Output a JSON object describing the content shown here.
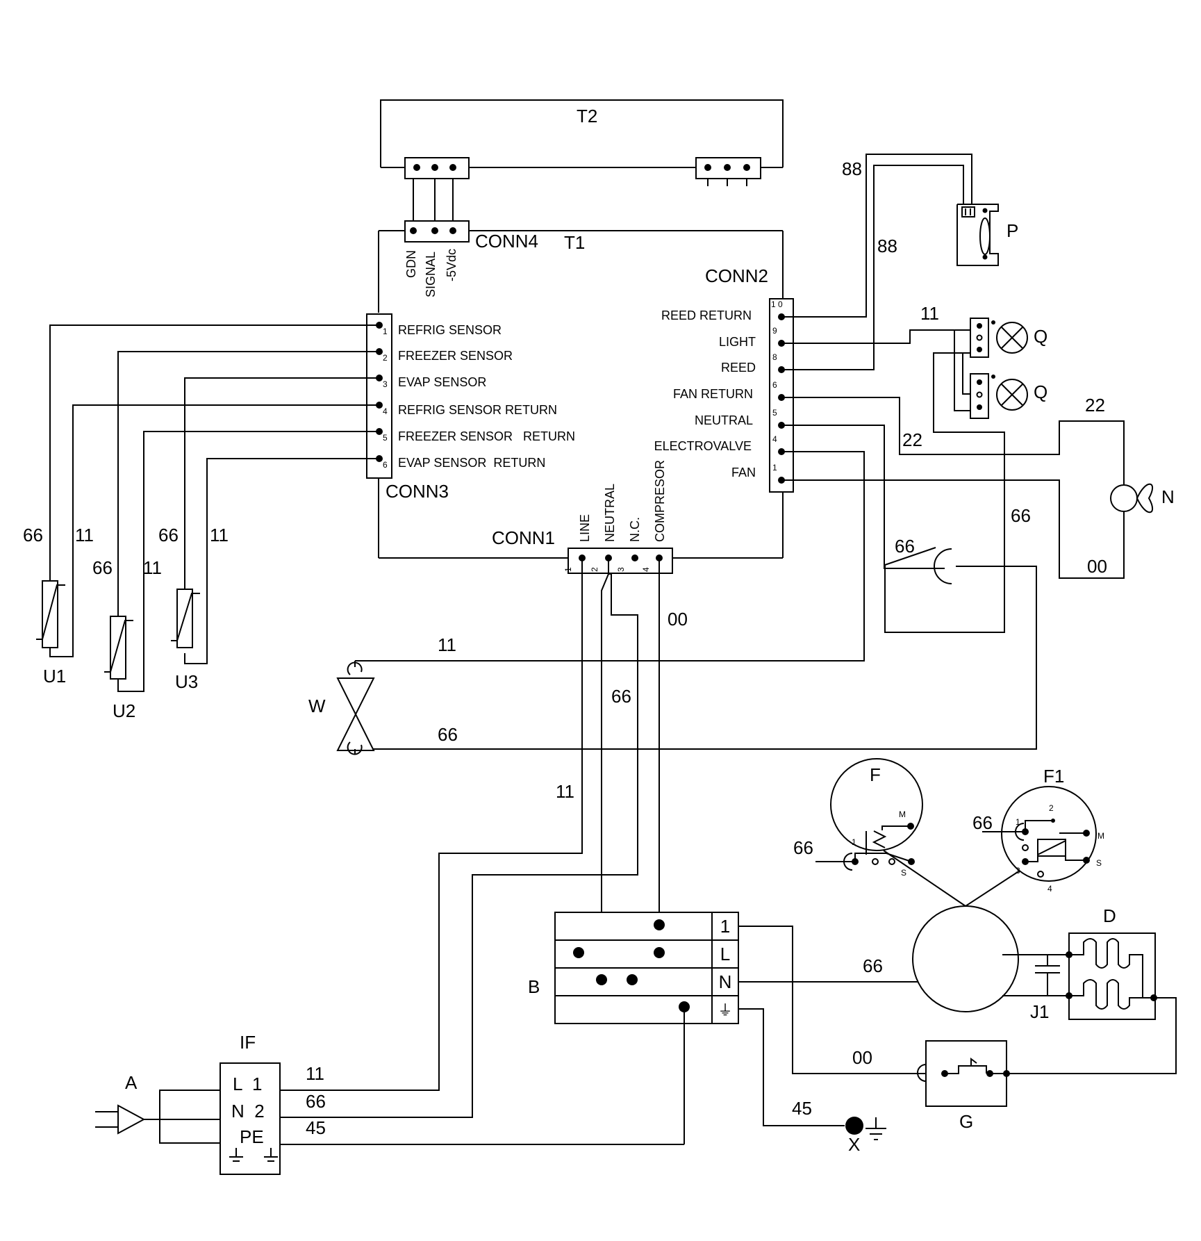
{
  "boards": {
    "t2": "T2",
    "t1": "T1"
  },
  "connectors": {
    "conn1": "CONN1",
    "conn2": "CONN2",
    "conn3": "CONN3",
    "conn4": "CONN4"
  },
  "conn4_pins": [
    "GDN",
    "SIGNAL",
    "-5Vdc"
  ],
  "conn3_pins": [
    {
      "num": "1",
      "label": "REFRIG SENSOR"
    },
    {
      "num": "2",
      "label": "FREEZER SENSOR"
    },
    {
      "num": "3",
      "label": "EVAP SENSOR"
    },
    {
      "num": "4",
      "label": "REFRIG SENSOR RETURN"
    },
    {
      "num": "5",
      "label": "FREEZER SENSOR   RETURN"
    },
    {
      "num": "6",
      "label": "EVAP SENSOR  RETURN"
    }
  ],
  "conn2_pins": [
    {
      "num": "1 0",
      "label": "REED RETURN"
    },
    {
      "num": "9",
      "label": "LIGHT"
    },
    {
      "num": "8",
      "label": "REED"
    },
    {
      "num": "6",
      "label": "FAN RETURN"
    },
    {
      "num": "5",
      "label": "NEUTRAL"
    },
    {
      "num": "4",
      "label": "ELECTROVALVE"
    },
    {
      "num": "1",
      "label": "FAN"
    }
  ],
  "conn1_pins": [
    {
      "num": "1",
      "label": "LINE"
    },
    {
      "num": "2",
      "label": "NEUTRAL"
    },
    {
      "num": "3",
      "label": "N.C."
    },
    {
      "num": "4",
      "label": "COMPRESOR"
    }
  ],
  "components": {
    "u1": "U1",
    "u2": "U2",
    "u3": "U3",
    "w": "W",
    "p": "P",
    "q": "Q",
    "n": "N",
    "b": "B",
    "f": "F",
    "f1": "F1",
    "d": "D",
    "j1": "J1",
    "g": "G",
    "x": "X",
    "if_block": "IF",
    "a": "A"
  },
  "terminal_b_labels": [
    "1",
    "L",
    "N",
    "⏚"
  ],
  "if_labels": {
    "l1": "L  1",
    "n2": "N  2",
    "pe": "PE"
  },
  "f_pins": {
    "m": "M",
    "one": "1",
    "s": "S"
  },
  "f1_pins": {
    "two": "2",
    "one": "1",
    "m": "M",
    "three": "3",
    "s": "S",
    "four": "4"
  },
  "wire_codes": {
    "w88a": "88",
    "w88b": "88",
    "w11_light": "11",
    "w22_a": "22",
    "w22_b": "22",
    "w66_right": "66",
    "w66_ev": "66",
    "w00_fan": "00",
    "u1_66": "66",
    "u1_11": "11",
    "u2_66": "66",
    "u2_11": "11",
    "u3_66": "66",
    "u3_11": "11",
    "w00_comp": "00",
    "w11_w": "11",
    "w66_neutral": "66",
    "w66_w": "66",
    "w11_line": "11",
    "f_66": "66",
    "f1_66": "66",
    "comp_66": "66",
    "g_00": "00",
    "x_45": "45",
    "if_11": "11",
    "if_66": "66",
    "if_45": "45"
  }
}
